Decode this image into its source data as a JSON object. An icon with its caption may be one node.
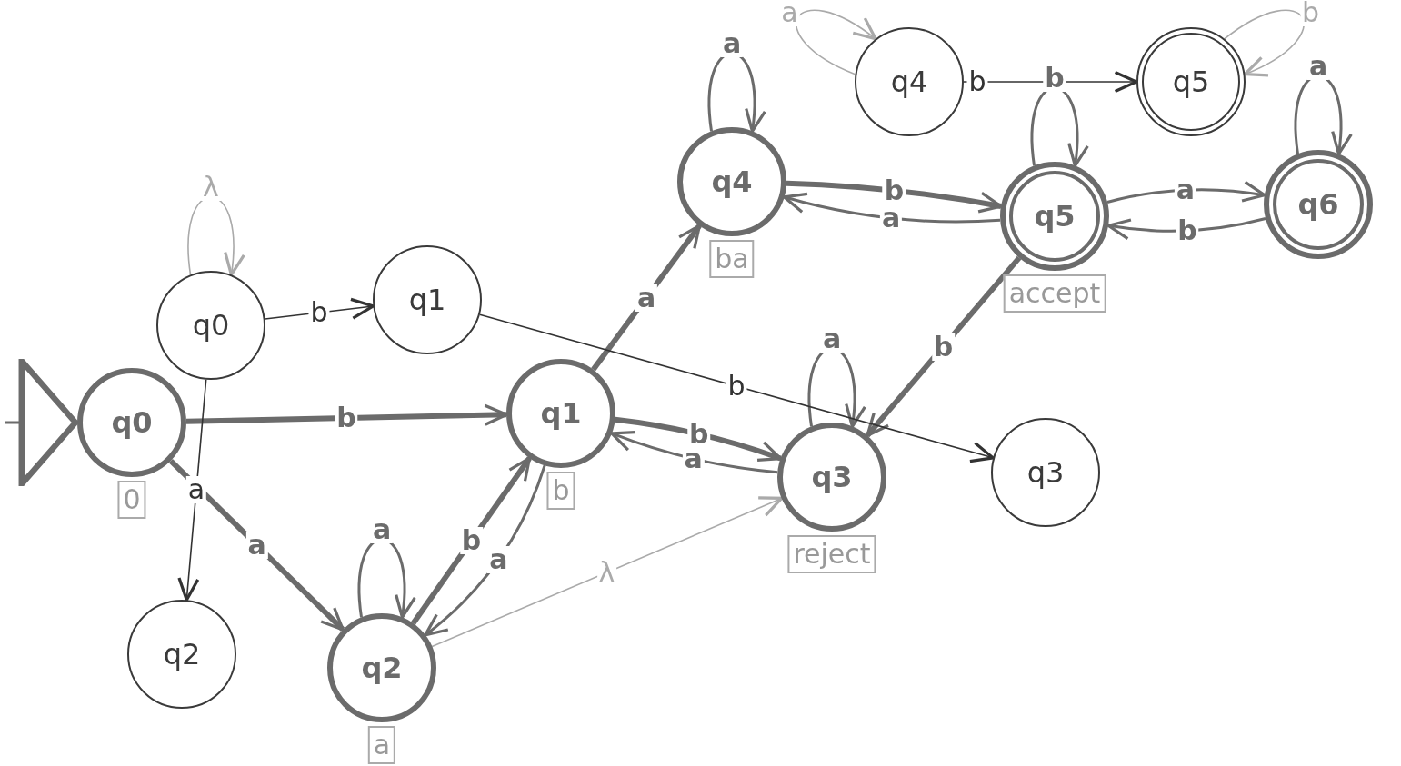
{
  "diagram": {
    "nodes": [
      {
        "text": [
          "q0"
        ],
        "beside": [
          "0"
        ]
      },
      {
        "text": [
          "q1"
        ],
        "beside": [
          "b"
        ]
      },
      {
        "text": [
          "q2"
        ],
        "beside": [
          "a"
        ]
      },
      {
        "text": [
          "q3"
        ],
        "beside": [
          "reject"
        ]
      },
      {
        "text": [
          "q4"
        ],
        "beside": [
          "ba"
        ]
      },
      {
        "text": [
          "q5"
        ],
        "beside": [
          "accept"
        ]
      },
      {
        "text": [
          "q6"
        ]
      },
      {
        "text": [
          "q0"
        ]
      },
      {
        "text": [
          "q1"
        ]
      },
      {
        "text": [
          "q2"
        ]
      },
      {
        "text": [
          "q3"
        ]
      },
      {
        "text": [
          "q4"
        ]
      },
      {
        "text": [
          "q5"
        ]
      }
    ],
    "edges": [
      {
        "from": null,
        "to": 0,
        "arrow": "to"
      },
      {
        "from": 0,
        "to": 1,
        "arrow": "to",
        "label": "b",
        "style": "thick"
      },
      {
        "from": 0,
        "to": 2,
        "arrow": "to",
        "label": "a",
        "style": "thick"
      },
      {
        "from": 1,
        "to": 2,
        "arrow": "to",
        "label": "a"
      },
      {
        "from": 2,
        "to": 1,
        "arrow": "to",
        "label": "b",
        "style": "thick"
      },
      {
        "from": 2,
        "to": 2,
        "arrow": "to",
        "label": "a"
      },
      {
        "from": 1,
        "to": 3,
        "arrow": "to",
        "label": "b",
        "style": "thick"
      },
      {
        "from": 3,
        "to": 1,
        "arrow": "to",
        "label": "a"
      },
      {
        "from": 1,
        "to": 4,
        "arrow": "to",
        "label": "a",
        "style": "thick"
      },
      {
        "from": 4,
        "to": 4,
        "arrow": "to",
        "label": "a"
      },
      {
        "from": 4,
        "to": 5,
        "arrow": "to",
        "label": "b",
        "style": "thick"
      },
      {
        "from": 5,
        "to": 4,
        "arrow": "to",
        "label": "a"
      },
      {
        "from": 5,
        "to": 5,
        "arrow": "to",
        "label": "b"
      },
      {
        "from": 5,
        "to": 6,
        "arrow": "to",
        "label": "a"
      },
      {
        "from": 6,
        "to": 5,
        "arrow": "to",
        "label": "b"
      },
      {
        "from": 6,
        "to": 6,
        "arrow": "to",
        "label": "a"
      },
      {
        "from": 5,
        "to": 3,
        "arrow": "to",
        "label": "b",
        "style": "thick"
      },
      {
        "from": 3,
        "to": 3,
        "arrow": "to",
        "label": "a"
      },
      {
        "from": 7,
        "to": 8,
        "arrow": "to",
        "label": "b",
        "color": "#333333"
      },
      {
        "from": 7,
        "to": 9,
        "arrow": "to",
        "label": "a",
        "color": "#333333"
      },
      {
        "from": 7,
        "to": 7,
        "arrow": "to",
        "label": "λ",
        "color": "#aaaaaa"
      },
      {
        "from": 8,
        "to": 10,
        "arrow": "to",
        "label": "b",
        "color": "#333333"
      },
      {
        "from": 11,
        "to": 11,
        "arrow": "to",
        "label": "a",
        "color": "#aaaaaa"
      },
      {
        "from": 11,
        "to": 12,
        "arrow": "to",
        "label": "b",
        "color": "#333333"
      },
      {
        "from": 12,
        "to": 12,
        "arrow": "to",
        "label": "b",
        "color": "#aaaaaa"
      },
      {
        "from": 2,
        "to": 3,
        "arrow": "to",
        "label": "λ",
        "color": "#aaaaaa"
      }
    ]
  }
}
